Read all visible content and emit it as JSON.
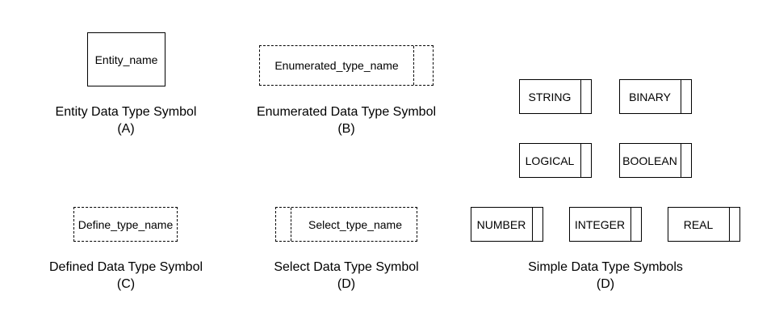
{
  "symbols": {
    "entity": {
      "box_label": "Entity_name",
      "caption": "Entity Data Type Symbol",
      "letter": "(A)"
    },
    "enumerated": {
      "box_label": "Enumerated_type_name",
      "caption": "Enumerated Data Type Symbol",
      "letter": "(B)"
    },
    "defined": {
      "box_label": "Define_type_name",
      "caption": "Defined Data Type Symbol",
      "letter": "(C)"
    },
    "select": {
      "box_label": "Select_type_name",
      "caption": "Select Data Type Symbol",
      "letter": "(D)"
    },
    "simple": {
      "caption": "Simple Data Type Symbols",
      "letter": "(D)",
      "types": [
        "STRING",
        "BINARY",
        "LOGICAL",
        "BOOLEAN",
        "NUMBER",
        "INTEGER",
        "REAL"
      ]
    }
  }
}
